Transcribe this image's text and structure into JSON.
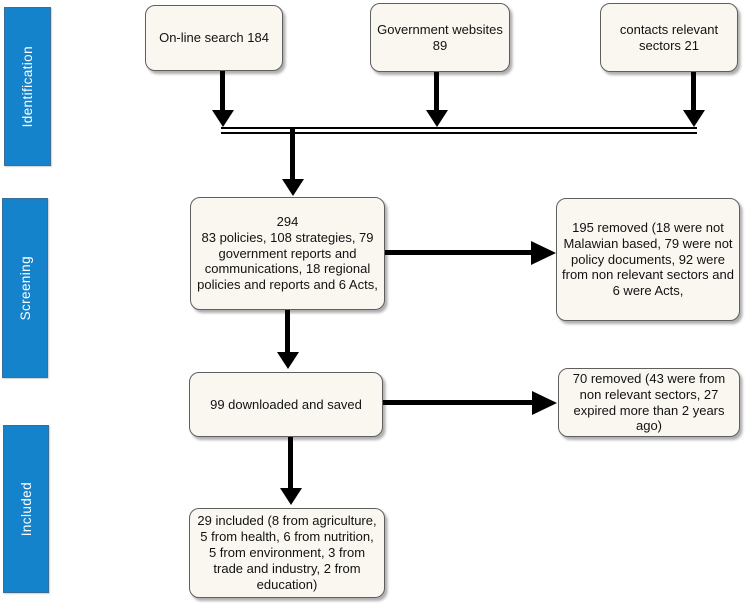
{
  "stages": {
    "identification": "Identification",
    "screening": "Screening",
    "included": "Included"
  },
  "boxes": {
    "online_search": "On-line search 184",
    "government_websites": "Government websites 89",
    "contacts": "contacts relevant sectors 21",
    "screened_total_count": "294",
    "screened_total_desc": "83 policies, 108 strategies, 79 government reports and communications, 18 regional policies and reports and 6 Acts,",
    "screened_removed": "195 removed (18 were not Malawian based, 79 were not policy documents, 92 were from non relevant sectors and 6 were Acts,",
    "downloaded": "99 downloaded and saved",
    "downloaded_removed": "70 removed (43 were from non relevant sectors, 27 expired more than 2 years ago)",
    "included_final": "29 included (8 from agriculture, 5 from health, 6 from  nutrition, 5 from environment, 3 from trade and industry, 2 from education)"
  },
  "colors": {
    "stage_bar_blue": "#1483cb",
    "box_fill": "#f9f7f0",
    "box_border": "#5f5f5f",
    "arrow": "#000000",
    "background": "#ffffff"
  }
}
